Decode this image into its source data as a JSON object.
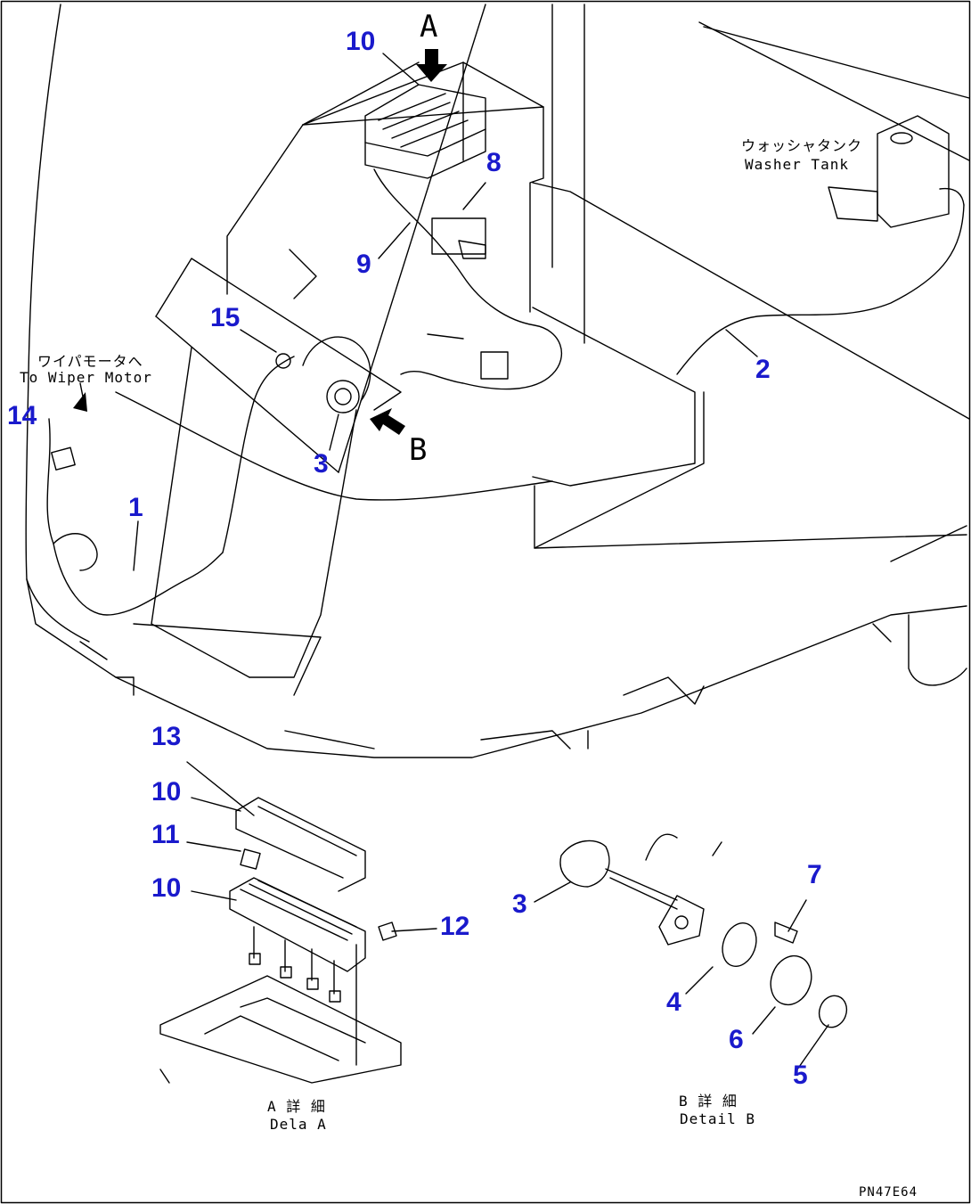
{
  "view_labels": {
    "view_a": "A",
    "view_b": "B"
  },
  "callouts": {
    "n10_top": "10",
    "n8": "8",
    "n9": "9",
    "n15": "15",
    "n2": "2",
    "n14": "14",
    "n3_top": "3",
    "n1": "1",
    "n13": "13",
    "n10_mid": "10",
    "n11": "11",
    "n10_low": "10",
    "n12": "12",
    "n3_detail": "3",
    "n7": "7",
    "n4": "4",
    "n6": "6",
    "n5": "5"
  },
  "annotations": {
    "washer_tank_jp": "ウォッシャタンク",
    "washer_tank_en": "Washer Tank",
    "wiper_motor_jp": "ワイパモータへ",
    "wiper_motor_en": "To Wiper Motor",
    "detail_a_jp": "A 詳 細",
    "detail_a_en": "Dela A",
    "detail_b_jp": "B 詳 細",
    "detail_b_en": "Detail B",
    "drawing_code": "PN47E64"
  }
}
